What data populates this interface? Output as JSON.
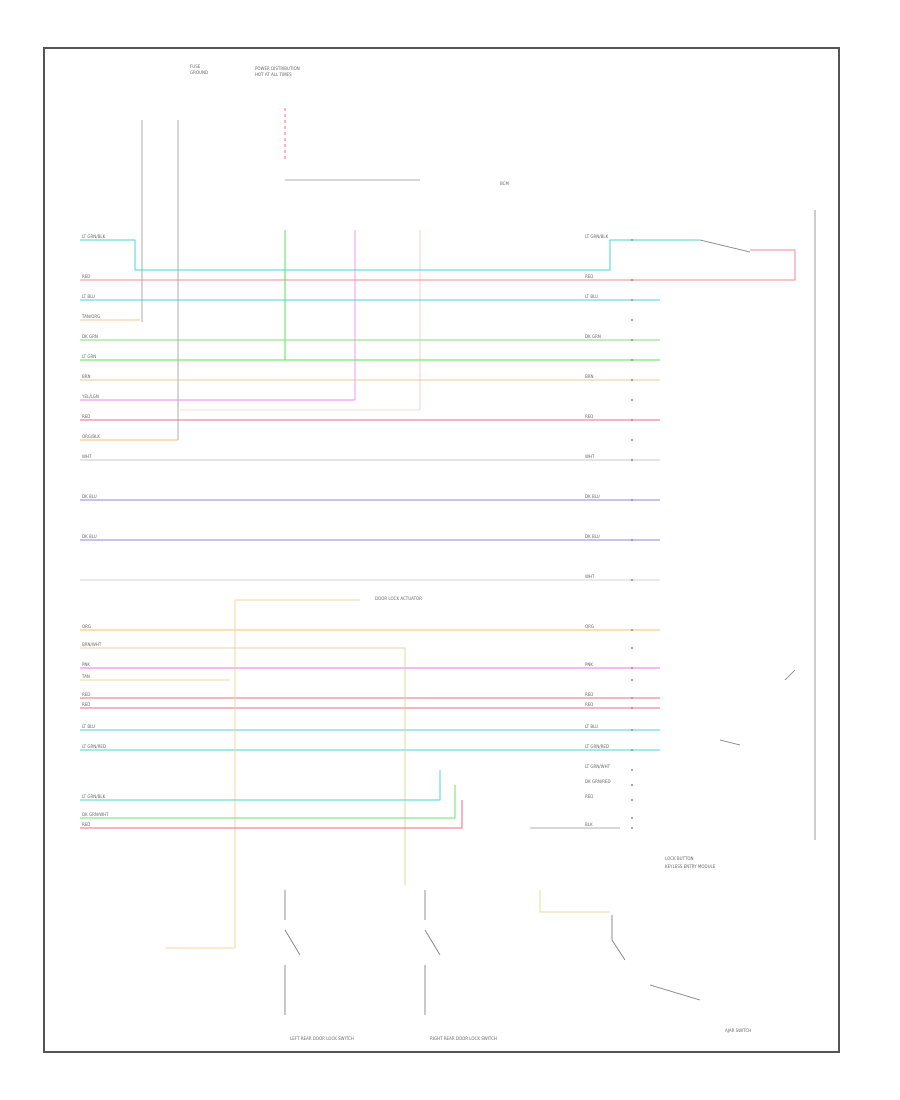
{
  "wires": [
    {
      "key": "w_ltgrnblk",
      "color": "#47d6d6",
      "label_left": "LT GRN/BLK",
      "label_right": "LT GRN/BLK"
    },
    {
      "key": "w_red_top",
      "color": "#f08a9a",
      "label_left": "RED",
      "label_right": "RED"
    },
    {
      "key": "w_ltblu",
      "color": "#47d6d6",
      "label_left": "LT BLU",
      "label_right": "LT BLU"
    },
    {
      "key": "w_tanorg",
      "color": "#f2c88a",
      "label_left": "TAN/ORG",
      "label_right": ""
    },
    {
      "key": "w_dkgrn",
      "color": "#7ee07e",
      "label_left": "DK GRN",
      "label_right": "DK GRN"
    },
    {
      "key": "w_ltgrn",
      "color": "#4fe84f",
      "label_left": "LT GRN",
      "label_right": ""
    },
    {
      "key": "w_brn",
      "color": "#e8c89a",
      "label_left": "BRN",
      "label_right": "BRN"
    },
    {
      "key": "w_yellow",
      "color": "#f080f0",
      "label_left": "YEL/LGN",
      "label_right": ""
    },
    {
      "key": "w_red2",
      "color": "#f06a80",
      "label_left": "RED",
      "label_right": "RED"
    },
    {
      "key": "w_orgblk",
      "color": "#f2b87a",
      "label_left": "ORG/BLK",
      "label_right": ""
    },
    {
      "key": "w_wht",
      "color": "#c8c8c8",
      "label_left": "WHT",
      "label_right": "WHT"
    },
    {
      "key": "w_dkblu1",
      "color": "#8a8ae0",
      "label_left": "DK BLU",
      "label_right": "DK BLU"
    },
    {
      "key": "w_dkblu2",
      "color": "#8a8ae0",
      "label_left": "DK BLU",
      "label_right": "DK BLU"
    },
    {
      "key": "w_wht2",
      "color": "#d4d4d4",
      "label_left": "",
      "label_right": "WHT"
    },
    {
      "key": "w_org",
      "color": "#f2c070",
      "label_left": "ORG",
      "label_right": "ORG"
    },
    {
      "key": "w_brnwht",
      "color": "#e0d4a0",
      "label_left": "BRN/WHT",
      "label_right": ""
    },
    {
      "key": "w_pnk",
      "color": "#f070e0",
      "label_left": "PNK",
      "label_right": "PNK"
    },
    {
      "key": "w_tan",
      "color": "#f2d8a0",
      "label_left": "TAN",
      "label_right": ""
    },
    {
      "key": "w_red3",
      "color": "#f06a80",
      "label_left": "RED",
      "label_right": "RED"
    },
    {
      "key": "w_red4",
      "color": "#f06a80",
      "label_left": "RED",
      "label_right": "RED"
    },
    {
      "key": "w_ltblu2",
      "color": "#47d6d6",
      "label_left": "LT BLU",
      "label_right": "LT BLU"
    },
    {
      "key": "w_ltgrnred",
      "color": "#47d6d6",
      "label_left": "LT GRN/RED",
      "label_right": "LT GRN/RED"
    },
    {
      "key": "w_ltgrnwht",
      "color": "#47d6d6",
      "label_left": "",
      "label_right": "LT GRN/WHT"
    },
    {
      "key": "w_dkgrnred",
      "color": "#6ee06e",
      "label_left": "",
      "label_right": "DK GRN/RED"
    },
    {
      "key": "w_ltgrnblk2",
      "color": "#47d6d6",
      "label_left": "LT GRN/BLK",
      "label_right": "RED"
    },
    {
      "key": "w_dkgrnwht",
      "color": "#6ee06e",
      "label_left": "DK GRN/WHT",
      "label_right": ""
    },
    {
      "key": "w_red5",
      "color": "#f06a80",
      "label_left": "RED",
      "label_right": "BLK"
    }
  ],
  "components": {
    "power_distribution": "POWER DISTRIBUTION",
    "hot_at_all_times": "HOT AT ALL TIMES",
    "fuse": "FUSE",
    "ground": "GROUND",
    "lock_button": "LOCK BUTTON",
    "left_rear_door_lock_switch": "LEFT REAR DOOR LOCK SWITCH",
    "right_rear_door_lock_switch": "RIGHT REAR DOOR LOCK SWITCH",
    "keyless_entry_module": "KEYLESS ENTRY MODULE",
    "door_lock_actuator": "DOOR LOCK ACTUATOR",
    "ajar_switch": "AJAR SWITCH",
    "bcm": "BCM"
  }
}
